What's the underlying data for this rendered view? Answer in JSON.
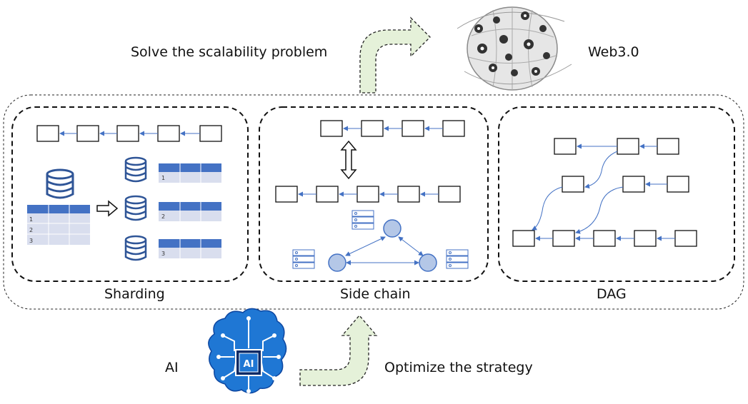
{
  "header": {
    "solve_text": "Solve the scalability problem",
    "web_label": "Web3.0"
  },
  "panels": {
    "sharding": {
      "title": "Sharding",
      "big_table_rows": [
        "1",
        "2",
        "3"
      ],
      "shard_rows": [
        "1",
        "2",
        "3"
      ]
    },
    "side_chain": {
      "title": "Side chain"
    },
    "dag": {
      "title": "DAG"
    }
  },
  "footer": {
    "ai_label": "AI",
    "ai_chip_text": "AI",
    "optimize_text": "Optimize the strategy"
  },
  "colors": {
    "arrow_fill": "#e5f1d9",
    "table_header": "#4472c4",
    "table_row": "#d9deee",
    "db_stroke": "#2f5597",
    "node_fill": "#b4c7e7",
    "line_blue": "#4472c4",
    "brain": "#1f77d4"
  }
}
